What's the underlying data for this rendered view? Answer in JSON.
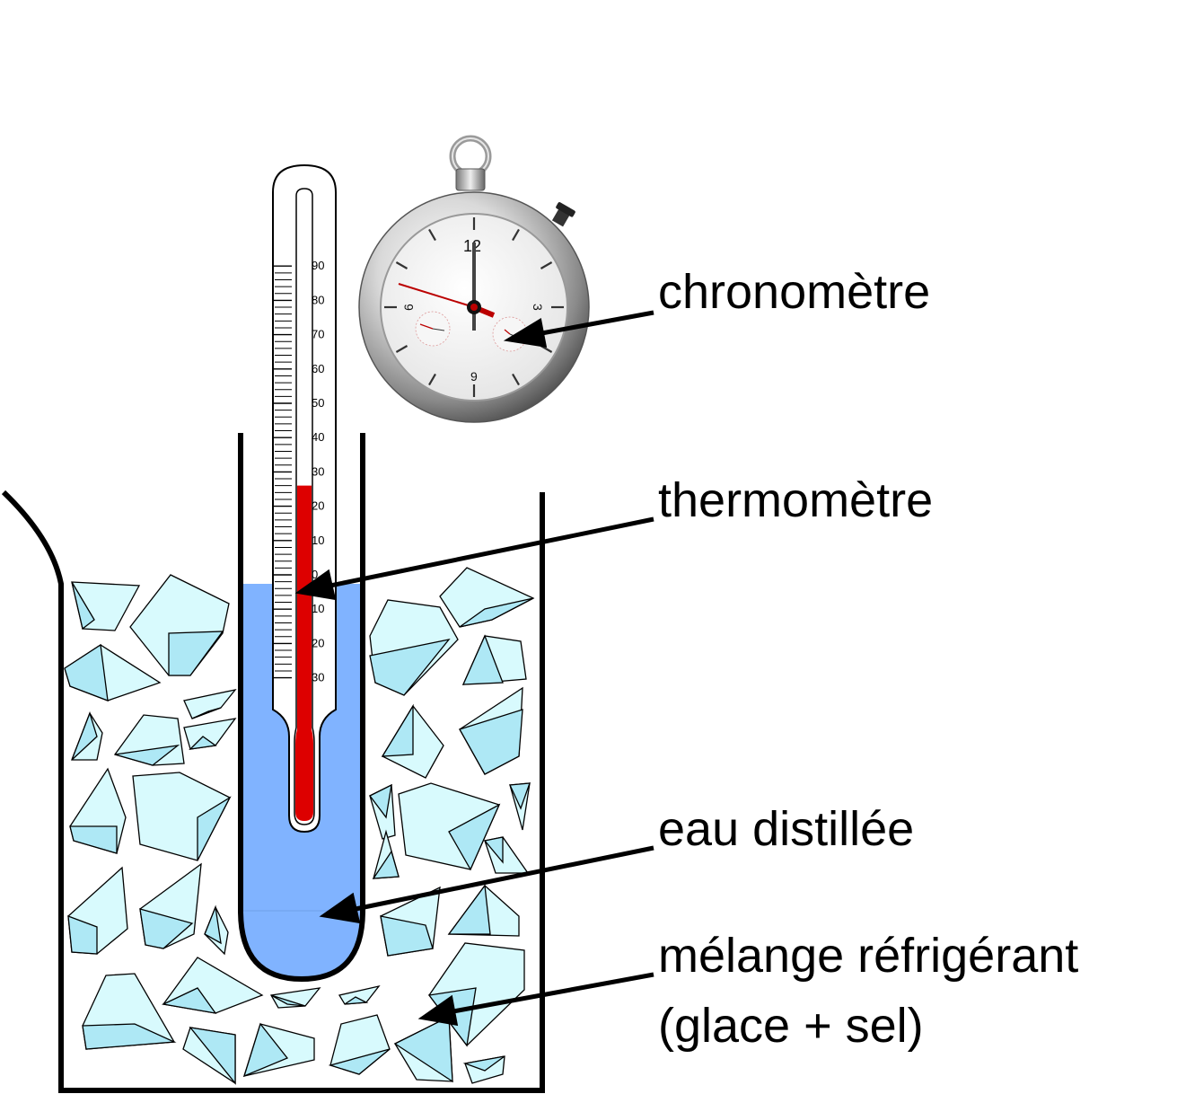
{
  "labels": {
    "chronometre": "chronomètre",
    "thermometre": "thermomètre",
    "eau": "eau distillée",
    "melange_line1": "mélange réfrigérant",
    "melange_line2": "(glace + sel)"
  },
  "thermometer": {
    "upper_ticks": [
      "90",
      "80",
      "70",
      "60",
      "50",
      "40",
      "30",
      "20",
      "10",
      "0"
    ],
    "lower_ticks": [
      "10",
      "20",
      "30"
    ],
    "liquid_reading_celsius": 26
  },
  "stopwatch": {
    "dial_numbers": [
      "12",
      "3",
      "6",
      "9"
    ]
  },
  "colors": {
    "ice_fill": "#d8fafd",
    "ice_shade": "#aee8f5",
    "water": "#80b3ff",
    "thermo_liquid": "#dd0000",
    "stroke": "#000000"
  }
}
